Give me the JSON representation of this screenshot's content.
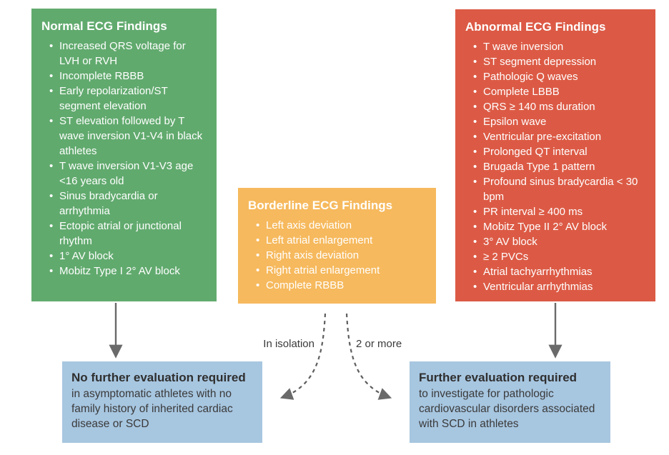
{
  "diagram": {
    "normal_box": {
      "title": "Normal ECG Findings",
      "color": "#61aa6e",
      "items": [
        "Increased QRS voltage for LVH or RVH",
        "Incomplete RBBB",
        "Early repolarization/ST segment elevation",
        "ST elevation followed by T wave inversion V1-V4 in black athletes",
        "T wave inversion V1-V3 age <16 years old",
        "Sinus bradycardia or arrhythmia",
        "Ectopic atrial or junctional rhythm",
        "1° AV block",
        "Mobitz Type I 2° AV block"
      ]
    },
    "borderline_box": {
      "title": "Borderline ECG Findings",
      "color": "#f6b95d",
      "items": [
        "Left axis deviation",
        "Left atrial enlargement",
        "Right axis deviation",
        "Right atrial enlargement",
        "Complete RBBB"
      ]
    },
    "abnormal_box": {
      "title": "Abnormal ECG Findings",
      "color": "#dc5a45",
      "items": [
        "T wave inversion",
        "ST segment depression",
        "Pathologic Q waves",
        "Complete LBBB",
        "QRS ≥ 140 ms duration",
        "Epsilon wave",
        "Ventricular pre-excitation",
        "Prolonged QT interval",
        "Brugada Type 1 pattern",
        "Profound sinus bradycardia < 30 bpm",
        "PR interval ≥ 400 ms",
        "Mobitz Type II 2° AV block",
        "3° AV block",
        "≥ 2 PVCs",
        "Atrial tachyarrhythmias",
        "Ventricular arrhythmias"
      ]
    },
    "edges": {
      "in_isolation_label": "In isolation",
      "two_or_more_label": "2 or more",
      "arrow_color": "#6a6a6a"
    },
    "outcome_no_further": {
      "title": "No further evaluation required",
      "body": "in asymptomatic athletes with no family history of inherited cardiac disease or SCD",
      "color": "#a7c6e0"
    },
    "outcome_further": {
      "title": "Further evaluation required",
      "body": "to investigate for pathologic cardiovascular disorders associated with SCD in athletes",
      "color": "#a7c6e0"
    }
  }
}
